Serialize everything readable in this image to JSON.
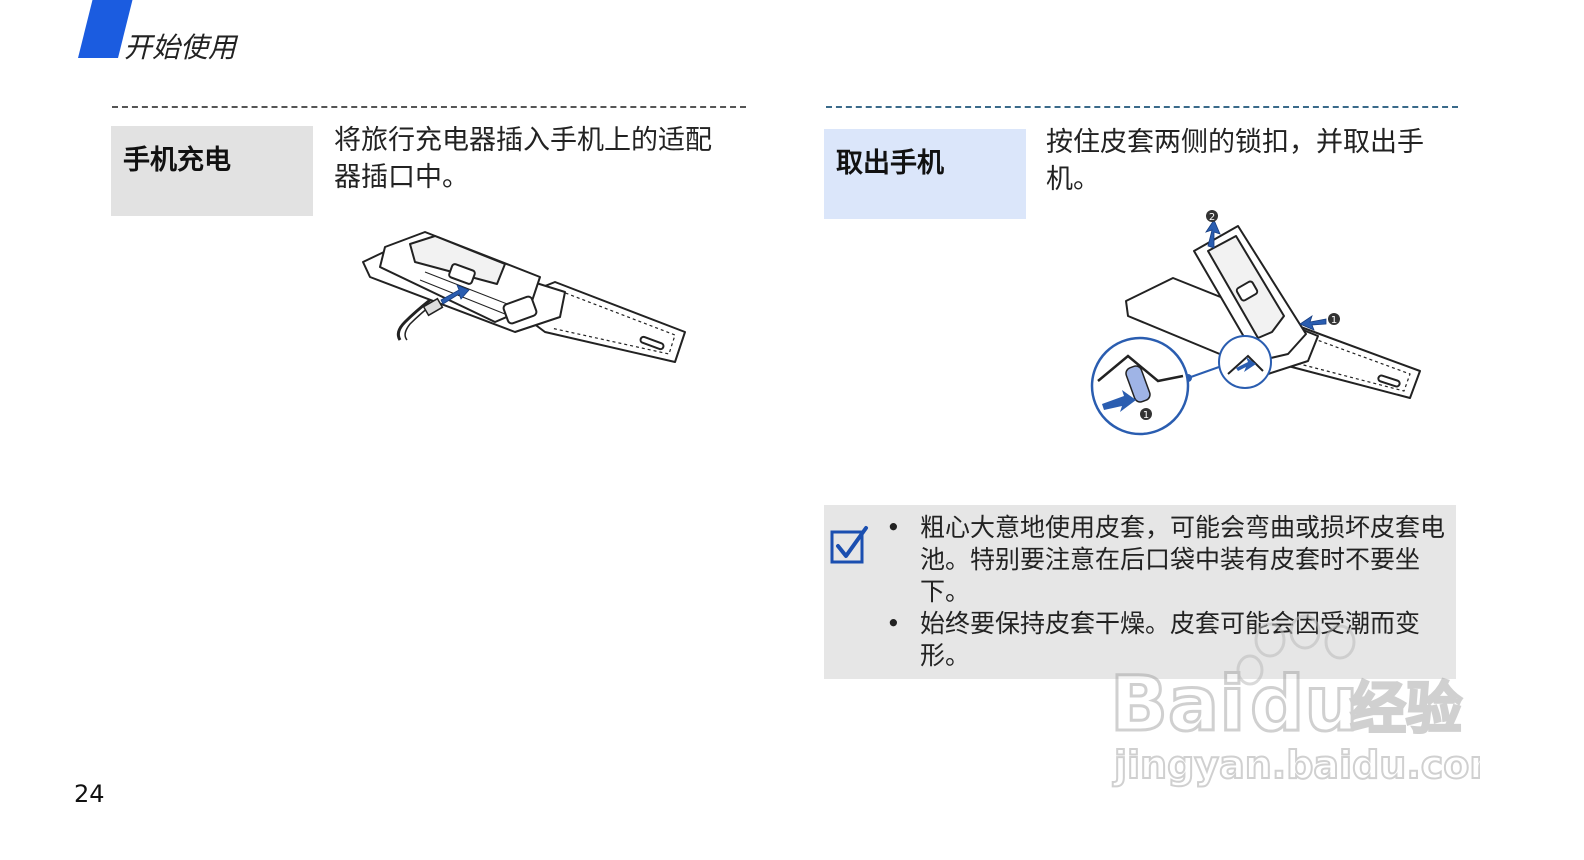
{
  "header": {
    "title": "开始使用"
  },
  "left_section": {
    "label": "手机充电",
    "text": "将旅行充电器插入手机上的适配器插口中。"
  },
  "right_section": {
    "label": "取出手机",
    "text": "按住皮套两侧的锁扣，并取出手机。"
  },
  "illustration_left": {
    "icon": "phone-charging-illustration"
  },
  "illustration_right": {
    "icon": "phone-removal-illustration",
    "step_1": "1",
    "step_2": "2"
  },
  "note": {
    "icon": "checkmark-note-icon",
    "bullet": "•",
    "items": [
      "粗心大意地使用皮套，可能会弯曲或损坏皮套电池。特别要注意在后口袋中装有皮套时不要坐下。",
      "始终要保持皮套干燥。皮套可能会因受潮而变形。"
    ]
  },
  "page_number": "24",
  "watermark": {
    "line1": "Bai",
    "line2": "du",
    "line3": "经验",
    "line4": "jingyan.baidu.com"
  },
  "colors": {
    "accent": "#1b5ce0",
    "label_gray": "#e2e2e2",
    "label_blue": "#dbe6fa",
    "note_bg": "#e6e6e6"
  }
}
